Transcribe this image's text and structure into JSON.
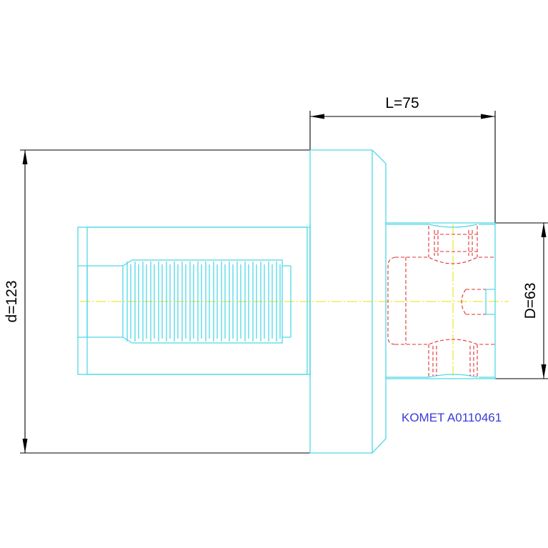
{
  "dimensions": {
    "length_label": "L=75",
    "outer_diameter_label": "d=123",
    "bore_diameter_label": "D=63"
  },
  "part_label": "KOMET A0110461",
  "colors": {
    "outline": "#4fd8e8",
    "hidden_lines": "#e03030",
    "center_lines": "#e8e000",
    "dimension_lines": "#000000",
    "label": "#3a3ad8"
  }
}
